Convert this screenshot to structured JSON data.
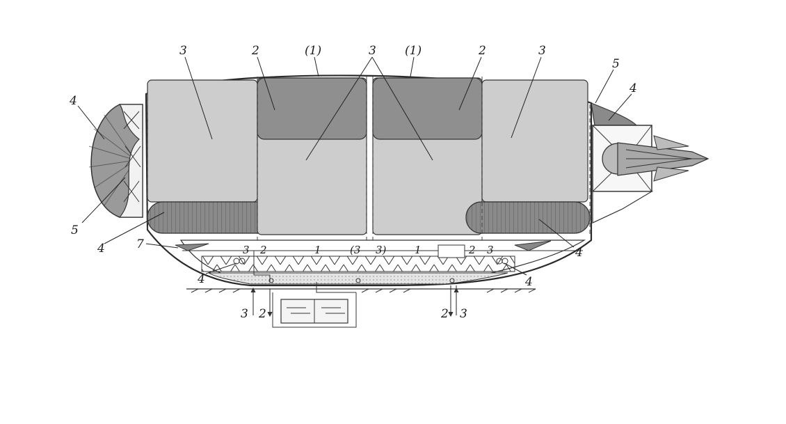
{
  "labels": {
    "top_3_left": "3",
    "top_2_left": "2",
    "top_1_left": "(1)",
    "top_3_center": "3",
    "top_1_right": "(1)",
    "top_2_right": "2",
    "top_3_right": "3",
    "right_5": "5",
    "right_4_top": "4",
    "left_4_top": "4",
    "left_5": "5",
    "left_4_bottom": "4",
    "left_7": "7",
    "keel_3_left": "3",
    "keel_2_left": "2",
    "keel_1_left": "1",
    "keel_3_center_a": "(3",
    "keel_3_center_b": "3)",
    "keel_1_right": "1",
    "keel_2_right": "2",
    "keel_3_right": "3",
    "right_4_mid": "4",
    "left_4_keel": "4",
    "right_4_keel": "4",
    "pipe_left_3": "3",
    "pipe_left_2": "2",
    "pipe_right_2": "2",
    "pipe_right_3": "3"
  }
}
